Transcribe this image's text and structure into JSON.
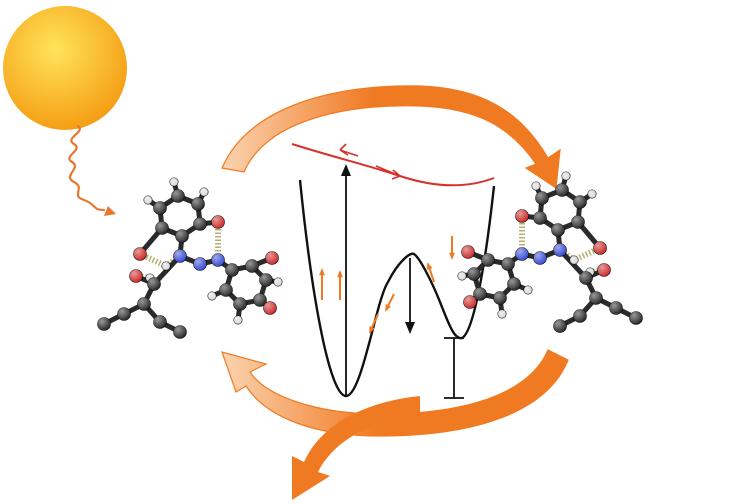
{
  "figure": {
    "colors": {
      "sun_core": "#ffe45a",
      "sun_edge": "#f49a10",
      "photon_wave": "#e8772e",
      "cycle_arrow": "#f07a22",
      "cycle_arrow_light": "#fbd3b0",
      "excited_state_curve": "#d8302a",
      "ground_state_curve": "#111111",
      "carbon_atom": "#1c1c1c",
      "oxygen_atom": "#c81e1e",
      "nitrogen_atom": "#2b3fd0",
      "hydrogen_atom": "#d9d9d9",
      "hydrogen_bond": "#b8b070"
    },
    "icons": [
      "sun-icon",
      "photon-wave-icon",
      "molecule-trans-isomer-icon",
      "molecule-cis-isomer-icon",
      "excited-state-curve",
      "ground-state-double-well",
      "barrier-height-marker",
      "storage-energy-marker",
      "cycle-arrow-top",
      "cycle-arrow-bottom-return",
      "energy-release-arrow"
    ]
  }
}
